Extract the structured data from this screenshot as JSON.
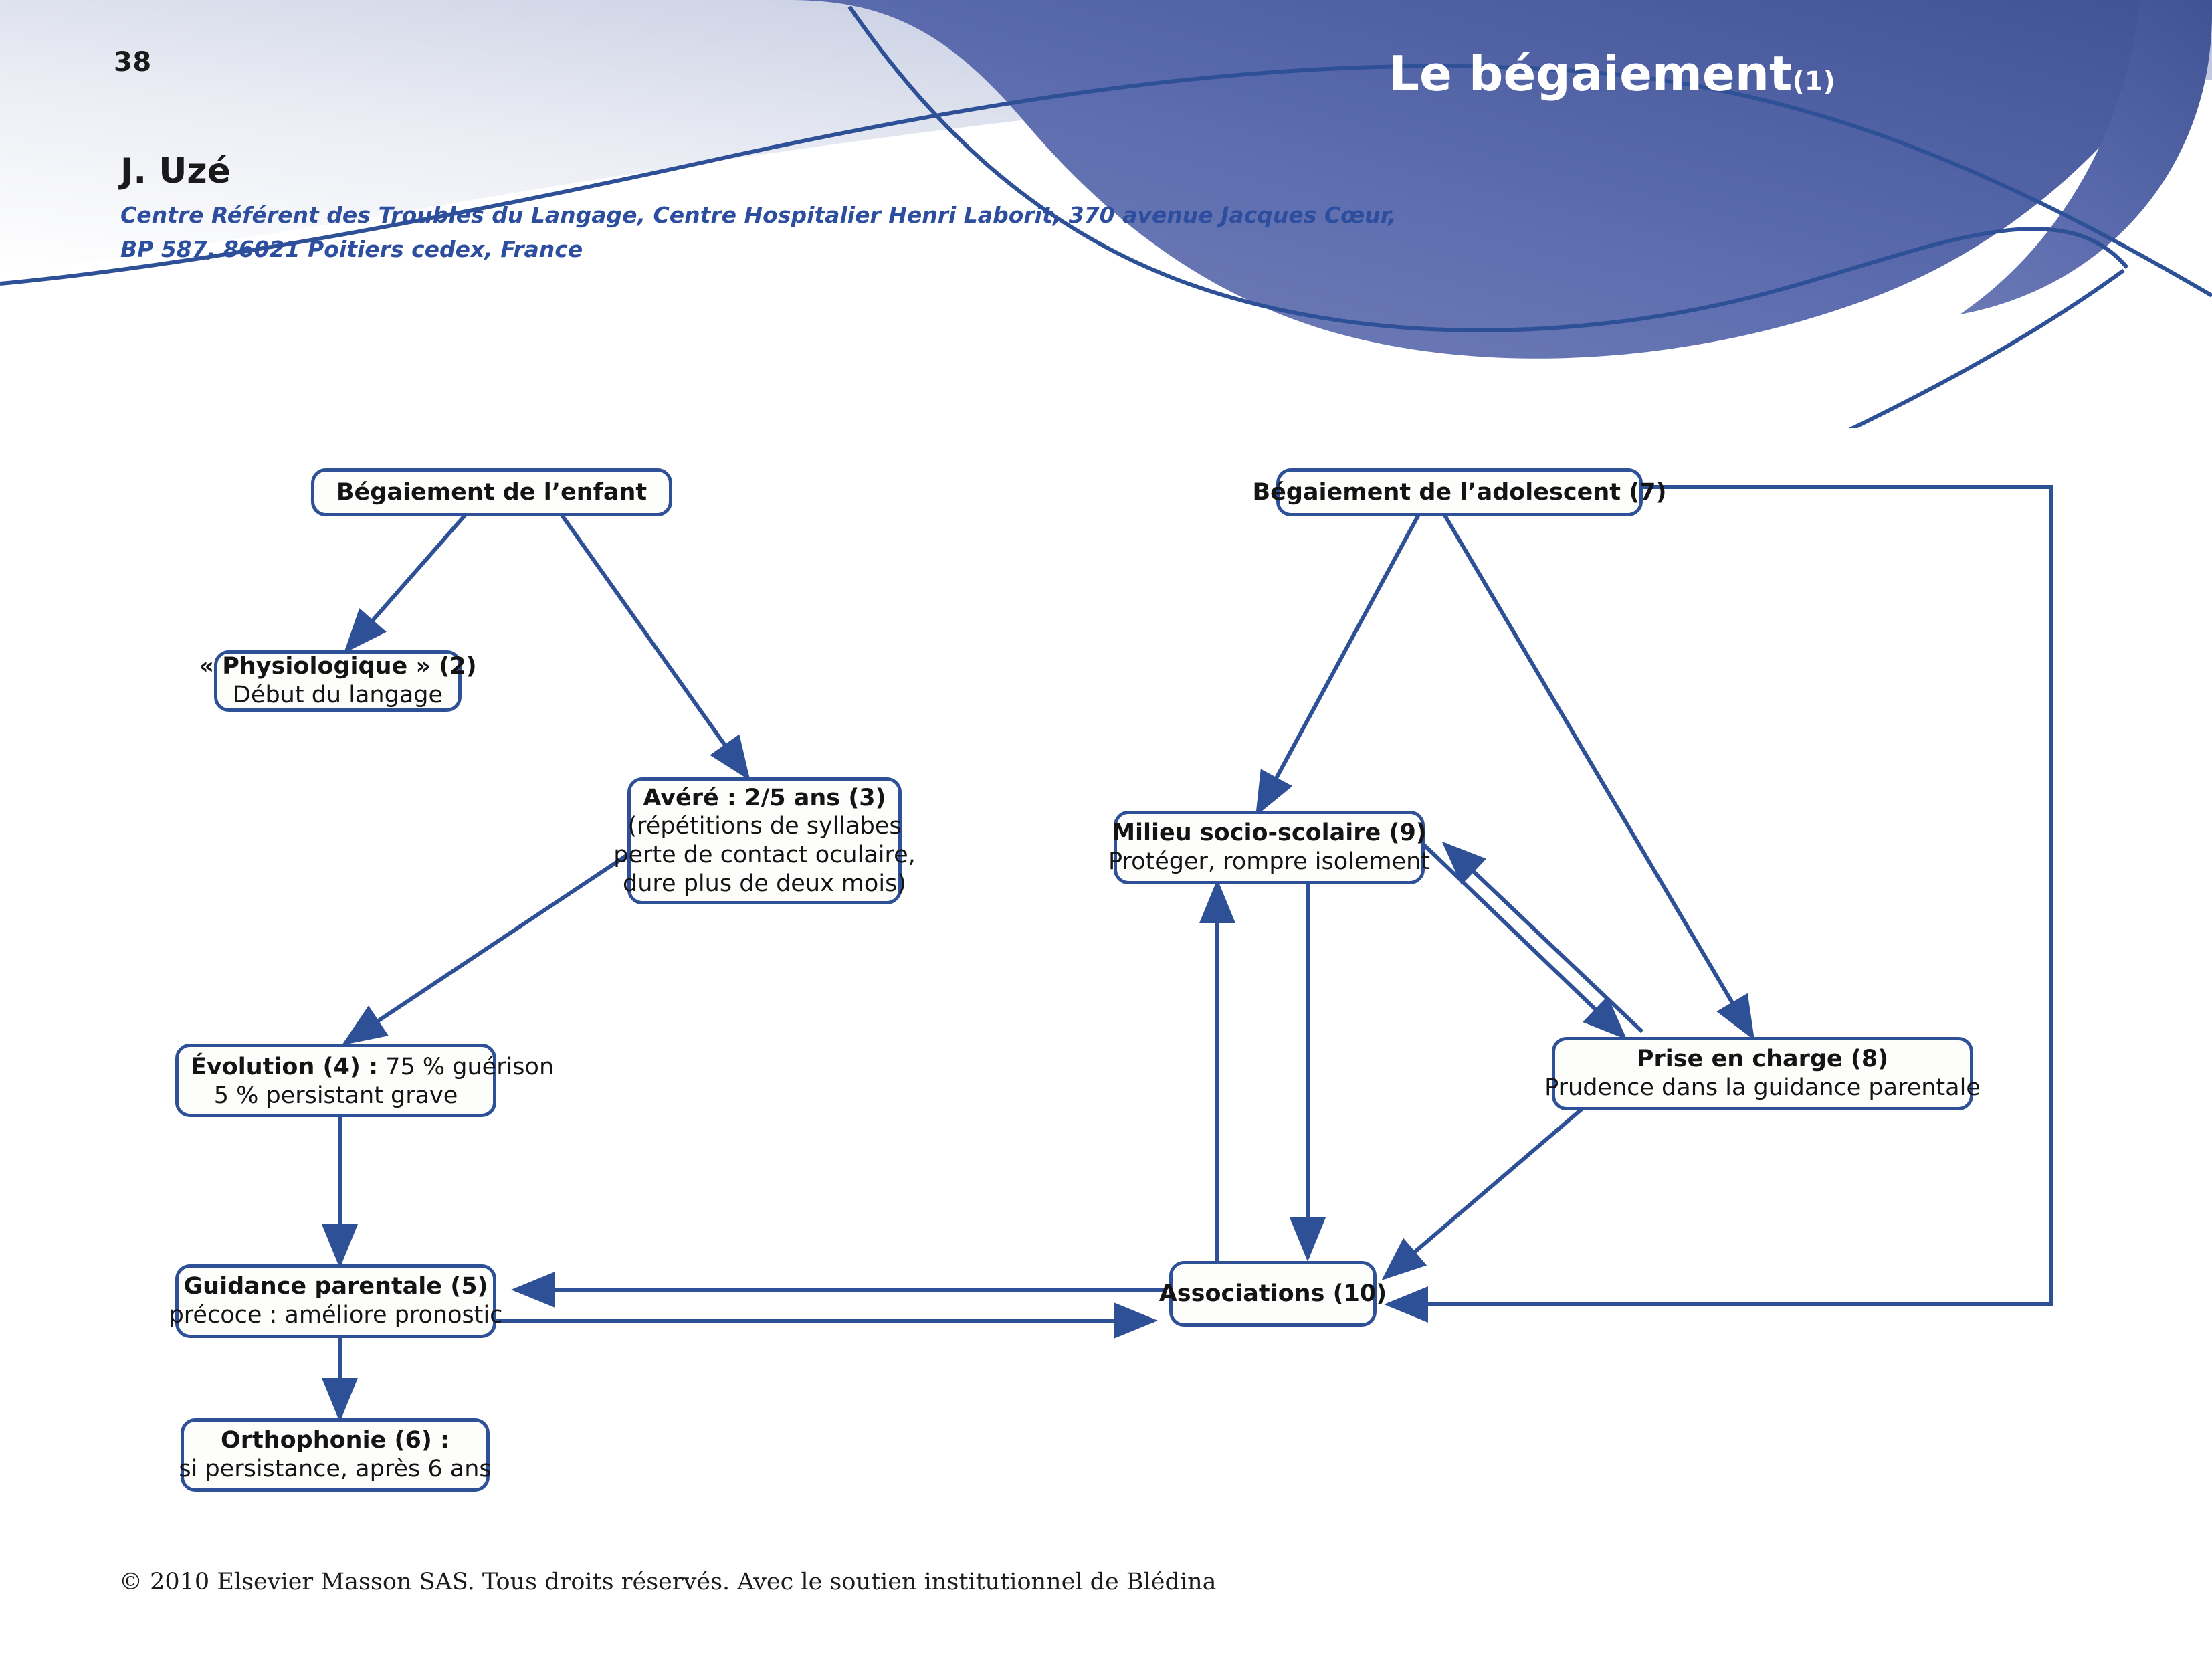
{
  "page": {
    "number": "38",
    "background": "#ffffff"
  },
  "header": {
    "title": "Le bégaiement",
    "title_superscript": "(1)",
    "title_color": "#ffffff",
    "band_color": "#5a6cab",
    "band_color_dark": "#3f5394",
    "stroke_color": "#2e5096"
  },
  "author": {
    "name": "J. Uzé",
    "affiliation_line1": "Centre Référent des Troubles du Langage, Centre Hospitalier Henri Laborit, 370 avenue Jacques Cœur,",
    "affiliation_line2": "BP 587, 86021 Poitiers cedex, France",
    "affiliation_color": "#2d4e9e"
  },
  "diagram": {
    "node_border_color": "#2e5096",
    "node_fill_color": "#fdfdfb",
    "edge_color": "#2e5096",
    "nodes": {
      "n1": {
        "line1": "Bégaiement de l’enfant"
      },
      "n2": {
        "line1": "« Physiologique » (2)",
        "line2": "Début du langage"
      },
      "n3": {
        "line1": "Avéré : 2/5 ans (3)",
        "line2": "(répétitions de syllabes",
        "line3": "perte de contact oculaire,",
        "line4": "dure plus de deux mois)"
      },
      "n4": {
        "bold_part": "Évolution (4) :",
        "rest_part": " 75 % guérison",
        "line2": "5 % persistant grave"
      },
      "n5": {
        "line1": "Guidance parentale (5)",
        "line2": "précoce : améliore pronostic"
      },
      "n6": {
        "line1": "Orthophonie (6) :",
        "line2": "si persistance, après 6 ans"
      },
      "n7": {
        "line1": "Bégaiement de l’adolescent (7)"
      },
      "n8": {
        "line1": "Prise en charge (8)",
        "line2": "Prudence dans la guidance parentale"
      },
      "n9": {
        "line1": "Milieu socio-scolaire (9)",
        "line2": "Protéger, rompre isolement"
      },
      "n10": {
        "line1": "Associations (10)"
      }
    }
  },
  "footer": {
    "text": "© 2010 Elsevier Masson SAS. Tous droits réservés. Avec le soutien institutionnel de Blédina"
  }
}
